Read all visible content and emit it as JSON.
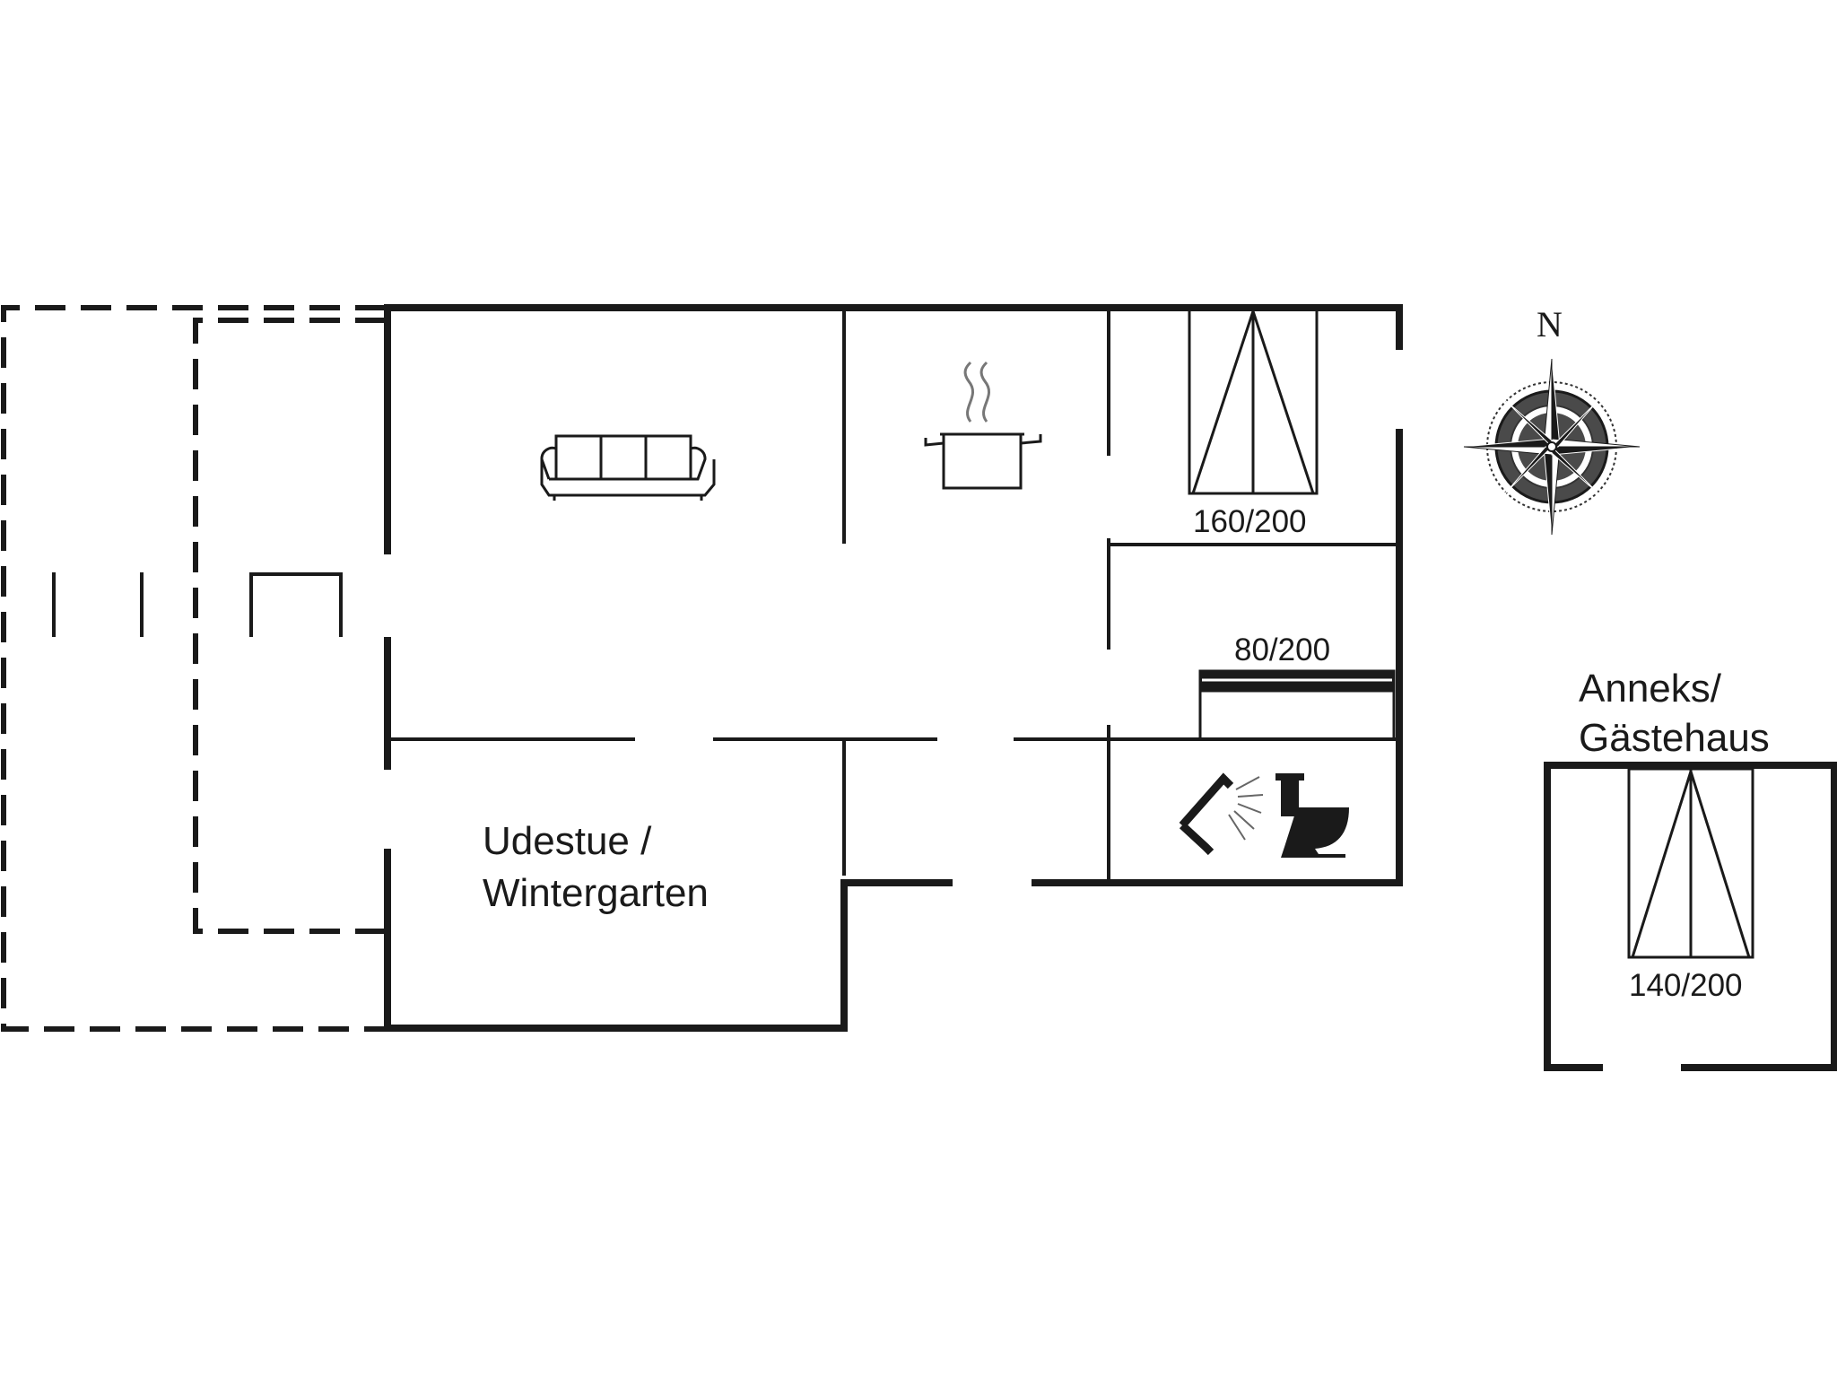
{
  "labels": {
    "bed_large": "160/200",
    "bed_single": "80/200",
    "bed_annex": "140/200",
    "wintergarden_line1": "Udestue /",
    "wintergarden_line2": "Wintergarten",
    "annex_line1": "Anneks/",
    "annex_line2": "Gästehaus",
    "north": "N"
  },
  "icons": [
    "sofa-icon",
    "cooking-pot-icon",
    "shower-icon",
    "toilet-icon",
    "compass-rose-icon",
    "double-bed-icon",
    "single-bed-icon"
  ],
  "colors": {
    "wall": "#1a1a1a",
    "background": "#ffffff",
    "compass_dark": "#4a4a4a"
  }
}
